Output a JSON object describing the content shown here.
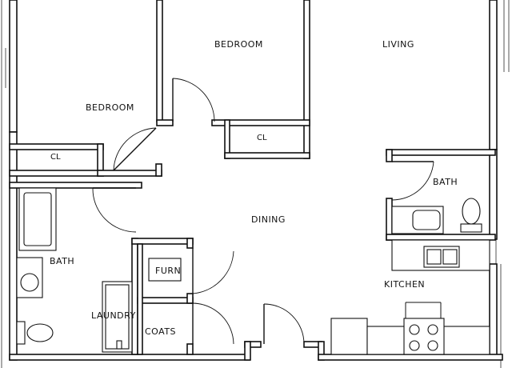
{
  "rooms": {
    "bedroom_right": "BEDROOM",
    "bedroom_left": "BEDROOM",
    "living": "LIVING",
    "closet_left": "CL",
    "closet_right": "CL",
    "bath_right": "BATH",
    "dining": "DINING",
    "bath_left": "BATH",
    "furnace": "FURN",
    "kitchen": "KITCHEN",
    "laundry": "LAUNDRY",
    "coats": "COATS"
  }
}
